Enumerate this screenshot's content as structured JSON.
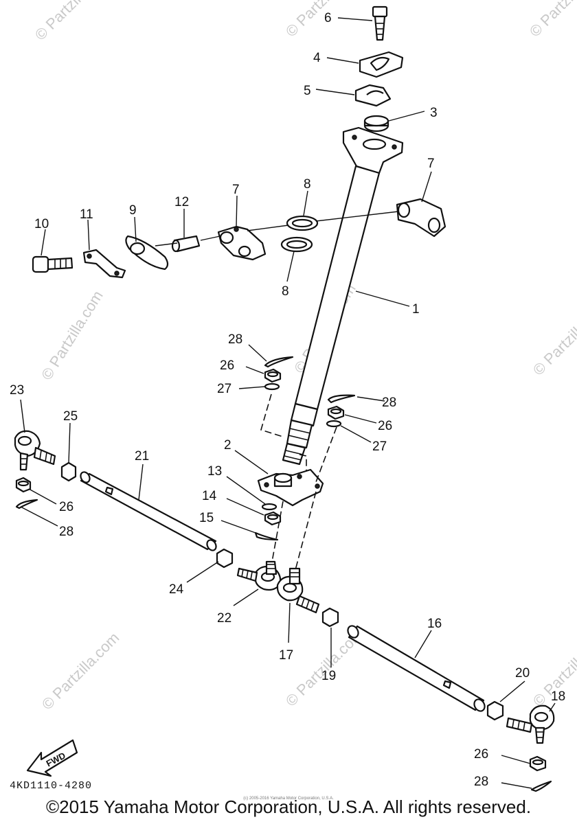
{
  "callouts": {
    "c1": "1",
    "c2": "2",
    "c3": "3",
    "c4": "4",
    "c5": "5",
    "c6": "6",
    "c7a": "7",
    "c7b": "7",
    "c8a": "8",
    "c8b": "8",
    "c9": "9",
    "c10": "10",
    "c11": "11",
    "c12": "12",
    "c13": "13",
    "c14": "14",
    "c15": "15",
    "c16": "16",
    "c17": "17",
    "c18": "18",
    "c19": "19",
    "c20": "20",
    "c21": "21",
    "c22": "22",
    "c23": "23",
    "c24": "24",
    "c25": "25",
    "c26a": "26",
    "c26b": "26",
    "c26c": "26",
    "c26d": "26",
    "c27a": "27",
    "c27b": "27",
    "c28a": "28",
    "c28b": "28",
    "c28c": "28",
    "c28d": "28"
  },
  "watermark": "© Partzilla.com",
  "fwd_label": "FWD",
  "diagram_code": "4KD1110-4280",
  "copyright": "©2015 Yamaha Motor Corporation, U.S.A. All rights reserved.",
  "fine_print": "(c) 2005-2016 Yamaha Motor Corporation, U.S.A."
}
